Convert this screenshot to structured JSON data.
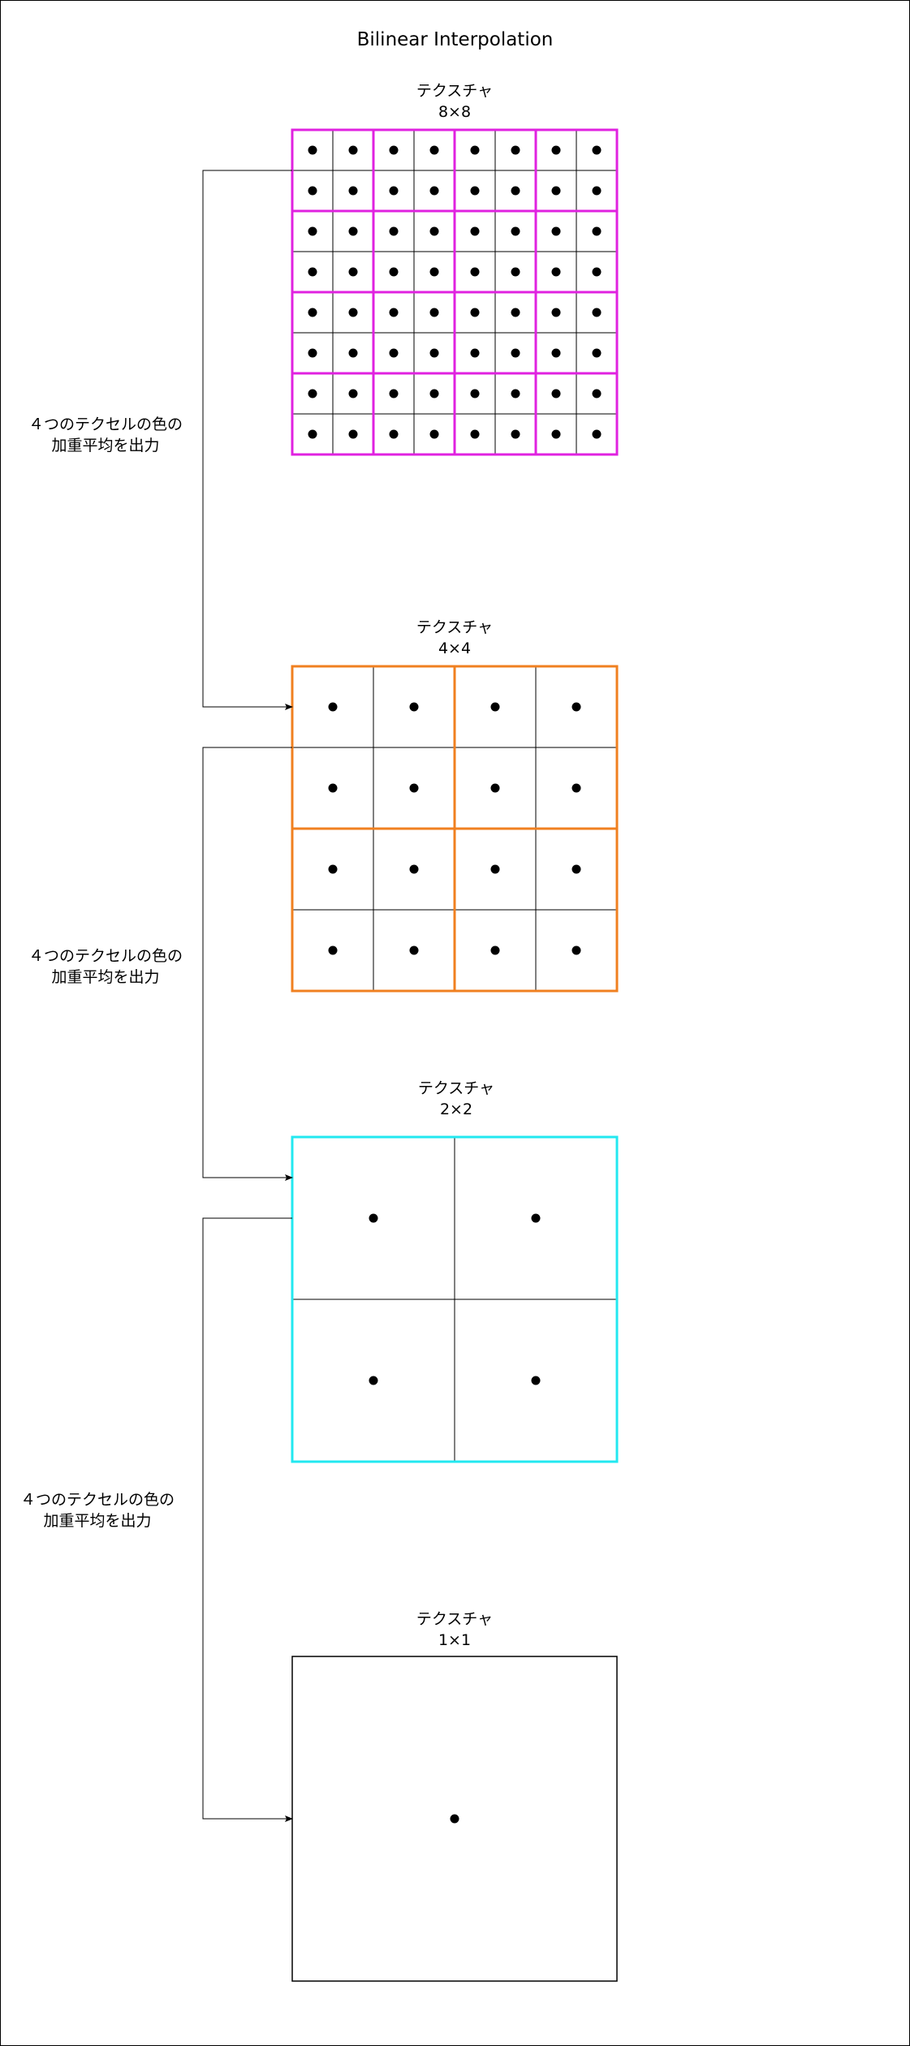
{
  "title": "Bilinear Interpolation",
  "colors": {
    "background": "#ffffff",
    "frame": "#000000",
    "grid_line": "#000000",
    "texel_dot": "#000000",
    "tex_8x8_border": "#e022e0",
    "tex_4x4_border": "#f08020",
    "tex_2x2_border": "#22e8f0",
    "tex_1x1_border": "#000000"
  },
  "textures": [
    {
      "id": "tex-8x8",
      "label": "テクスチャ",
      "size_label": "8×8",
      "cells": 8,
      "group_color": "#e022e0"
    },
    {
      "id": "tex-4x4",
      "label": "テクスチャ",
      "size_label": "4×4",
      "cells": 4,
      "group_color": "#f08020"
    },
    {
      "id": "tex-2x2",
      "label": "テクスチャ",
      "size_label": "2×2",
      "cells": 2,
      "group_color": "#22e8f0"
    },
    {
      "id": "tex-1x1",
      "label": "テクスチャ",
      "size_label": "1×1",
      "cells": 1,
      "group_color": "#000000"
    }
  ],
  "steps": [
    {
      "line1": "４つのテクセルの色の",
      "line2": "加重平均を出力"
    },
    {
      "line1": "４つのテクセルの色の",
      "line2": "加重平均を出力"
    },
    {
      "line1": "４つのテクセルの色の",
      "line2": "加重平均を出力"
    }
  ]
}
